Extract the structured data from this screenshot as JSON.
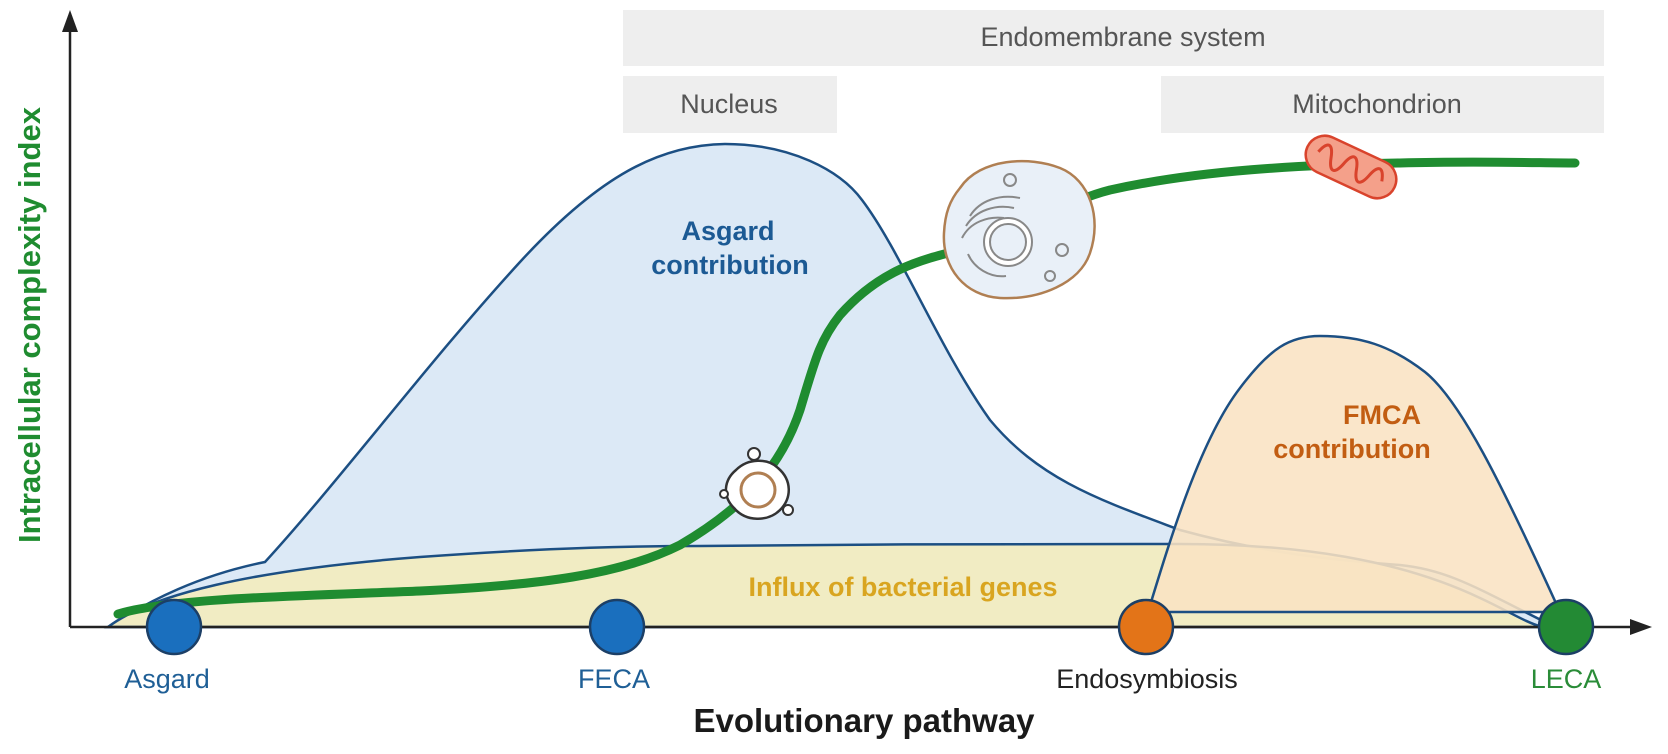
{
  "figure": {
    "y_axis_label": "Intracellular complexity index",
    "x_axis_label": "Evolutionary pathway"
  },
  "bars": {
    "endomembrane": "Endomembrane system",
    "nucleus": "Nucleus",
    "mitochondrion": "Mitochondrion"
  },
  "regions": {
    "asgard_line1": "Asgard",
    "asgard_line2": "contribution",
    "fmca_line1": "FMCA",
    "fmca_line2": "contribution",
    "bacterial": "Influx of bacterial genes"
  },
  "stages": [
    {
      "label": "Asgard",
      "color": "#1f5f96",
      "marker_color": "#1a6fbe"
    },
    {
      "label": "FECA",
      "color": "#1f5f96",
      "marker_color": "#1a6fbe"
    },
    {
      "label": "Endosymbiosis",
      "color": "#222222",
      "marker_color": "#e37418"
    },
    {
      "label": "LECA",
      "color": "#2a8c38",
      "marker_color": "#238a34"
    }
  ],
  "colors": {
    "complexity_line": "#1f8c30",
    "asgard_fill": "#dce9f6",
    "asgard_stroke": "#1c4f83",
    "fmca_fill": "#f9e2c3",
    "fmca_label": "#c25d12",
    "bacterial_fill": "#f3ecbe",
    "bacterial_label": "#d9a520",
    "asgard_label": "#1c5a94",
    "bar_fill": "#eeeeee"
  },
  "icons": [
    "membrane-vesicle-icon",
    "eukaryotic-cell-icon",
    "mitochondrion-icon"
  ]
}
